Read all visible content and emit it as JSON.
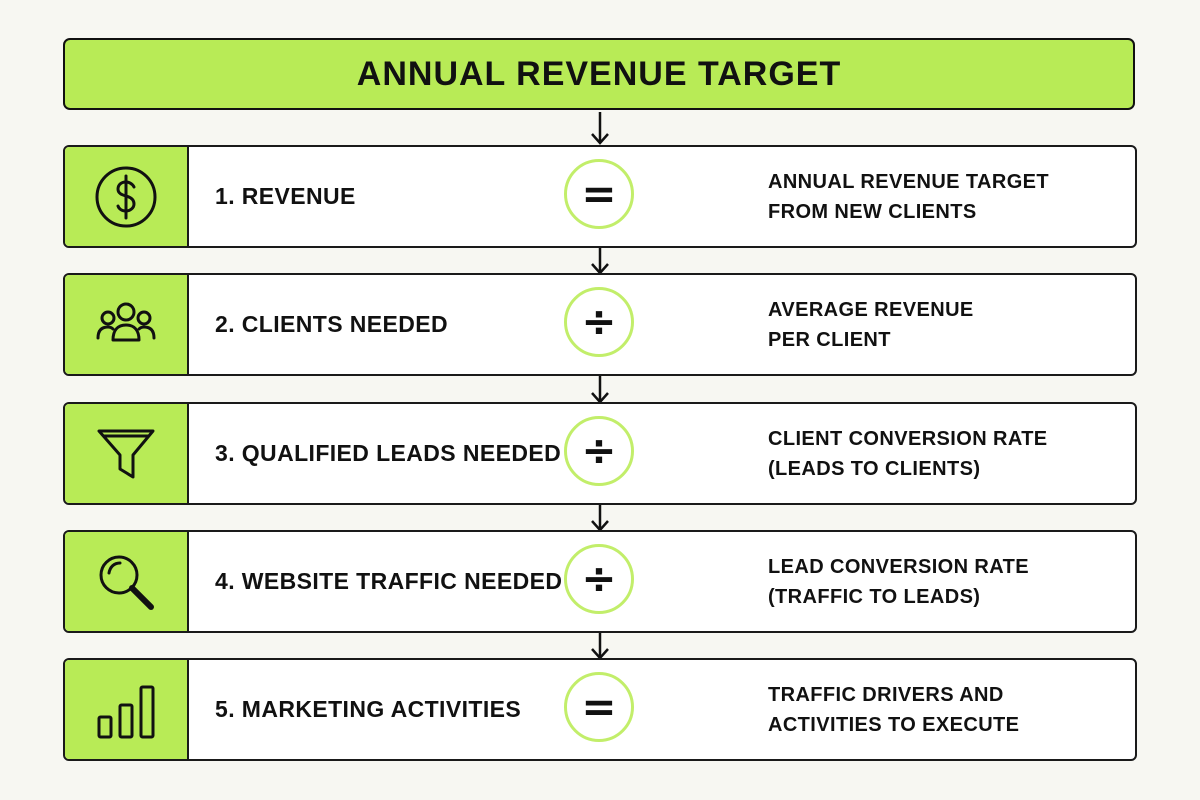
{
  "header": {
    "title": "ANNUAL REVENUE TARGET"
  },
  "steps": [
    {
      "icon": "dollar-icon",
      "label": "1. REVENUE",
      "operator": "=",
      "desc": [
        "ANNUAL REVENUE TARGET",
        "FROM NEW CLIENTS"
      ]
    },
    {
      "icon": "people-icon",
      "label": "2. CLIENTS NEEDED",
      "operator": "÷",
      "desc": [
        "AVERAGE REVENUE",
        "PER CLIENT"
      ]
    },
    {
      "icon": "funnel-icon",
      "label": "3. QUALIFIED LEADS NEEDED",
      "operator": "÷",
      "desc": [
        "CLIENT CONVERSION RATE",
        "(LEADS TO CLIENTS)"
      ]
    },
    {
      "icon": "magnifier-icon",
      "label": "4. WEBSITE TRAFFIC NEEDED",
      "operator": "÷",
      "desc": [
        "LEAD CONVERSION RATE",
        "(TRAFFIC TO LEADS)"
      ]
    },
    {
      "icon": "bar-chart-icon",
      "label": "5. MARKETING ACTIVITIES",
      "operator": "=",
      "desc": [
        "TRAFFIC DRIVERS AND",
        "ACTIVITIES TO EXECUTE"
      ]
    }
  ],
  "colors": {
    "accent": "#b8eb56",
    "circle_border": "#c2ee6a",
    "stroke": "#111111",
    "background": "#f7f7f2"
  }
}
